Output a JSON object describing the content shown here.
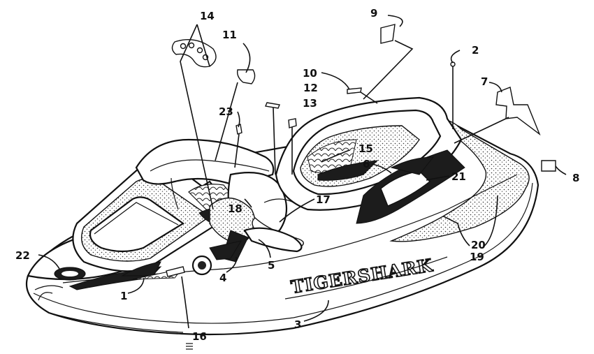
{
  "brand_text": "TIGERSHARK",
  "callouts": [
    "1",
    "2",
    "3",
    "4",
    "5",
    "6",
    "7",
    "8",
    "9",
    "10",
    "11",
    "12",
    "13",
    "14",
    "15",
    "16",
    "17",
    "18",
    "19",
    "20",
    "21",
    "22",
    "23"
  ]
}
